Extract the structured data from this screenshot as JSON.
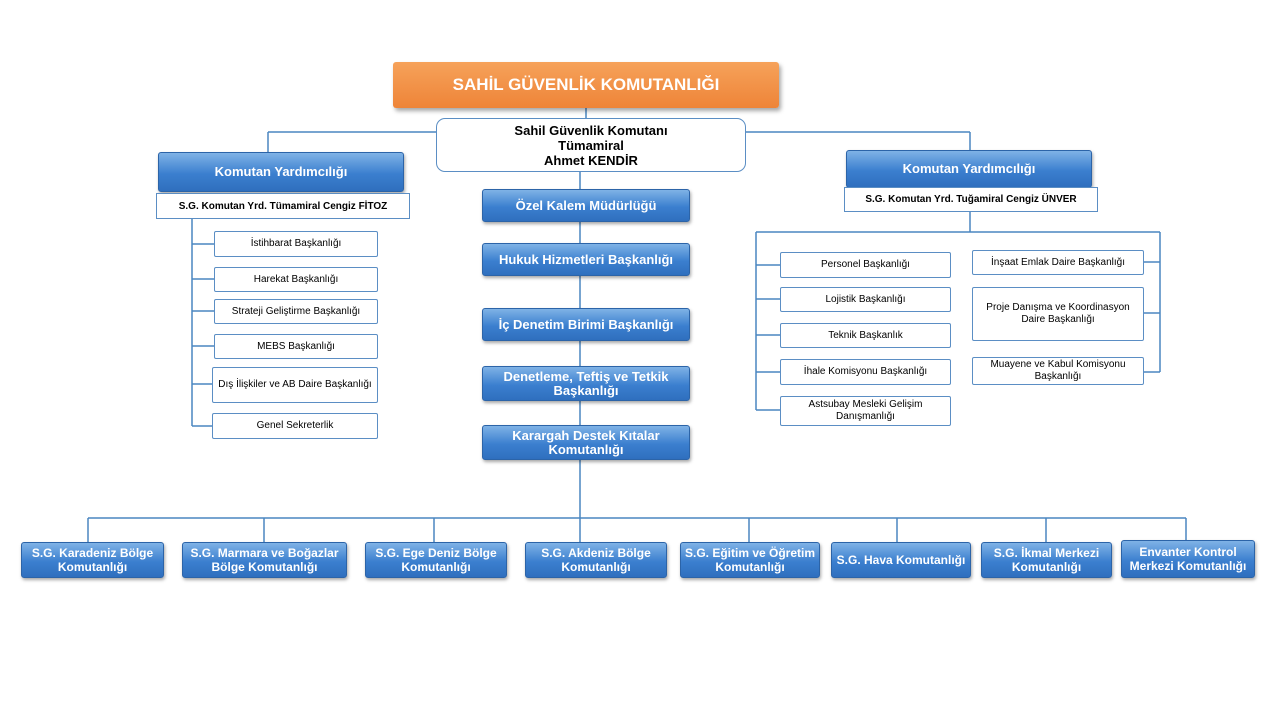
{
  "title": "SAHİL GÜVENLİK KOMUTANLIĞI",
  "commander": {
    "line1": "Sahil Güvenlik Komutanı",
    "line2": "Tümamiral",
    "line3": "Ahmet KENDİR"
  },
  "left_deputy": {
    "title": "Komutan Yardımcılığı",
    "name": "S.G. Komutan Yrd. Tümamiral Cengiz FİTOZ",
    "units": [
      "İstihbarat Başkanlığı",
      "Harekat Başkanlığı",
      "Strateji Geliştirme Başkanlığı",
      "MEBS Başkanlığı",
      "Dış İlişkiler ve AB Daire Başkanlığı",
      "Genel Sekreterlik"
    ]
  },
  "right_deputy": {
    "title": "Komutan Yardımcılığı",
    "name": "S.G. Komutan Yrd. Tuğamiral Cengiz ÜNVER",
    "units_left": [
      "Personel Başkanlığı",
      "Lojistik Başkanlığı",
      "Teknik Başkanlık",
      "İhale Komisyonu Başkanlığı",
      "Astsubay Mesleki Gelişim Danışmanlığı"
    ],
    "units_right": [
      "İnşaat Emlak Daire Başkanlığı",
      "Proje Danışma ve Koordinasyon Daire Başkanlığı",
      "Muayene ve Kabul Komisyonu Başkanlığı"
    ]
  },
  "center_units": [
    "Özel Kalem Müdürlüğü",
    "Hukuk Hizmetleri Başkanlığı",
    "İç Denetim Birimi Başkanlığı",
    "Denetleme, Teftiş ve Tetkik Başkanlığı",
    "Karargah Destek Kıtalar Komutanlığı"
  ],
  "commands": [
    "S.G. Karadeniz Bölge Komutanlığı",
    "S.G. Marmara ve Boğazlar Bölge Komutanlığı",
    "S.G. Ege Deniz Bölge Komutanlığı",
    "S.G. Akdeniz Bölge Komutanlığı",
    "S.G. Eğitim ve Öğretim Komutanlığı",
    "S.G. Hava Komutanlığı",
    "S.G. İkmal Merkezi Komutanlığı",
    "Envanter Kontrol Merkezi Komutanlığı"
  ],
  "colors": {
    "accent": "#3b7fcf",
    "header": "#ee8438",
    "line": "#4a86c0"
  }
}
